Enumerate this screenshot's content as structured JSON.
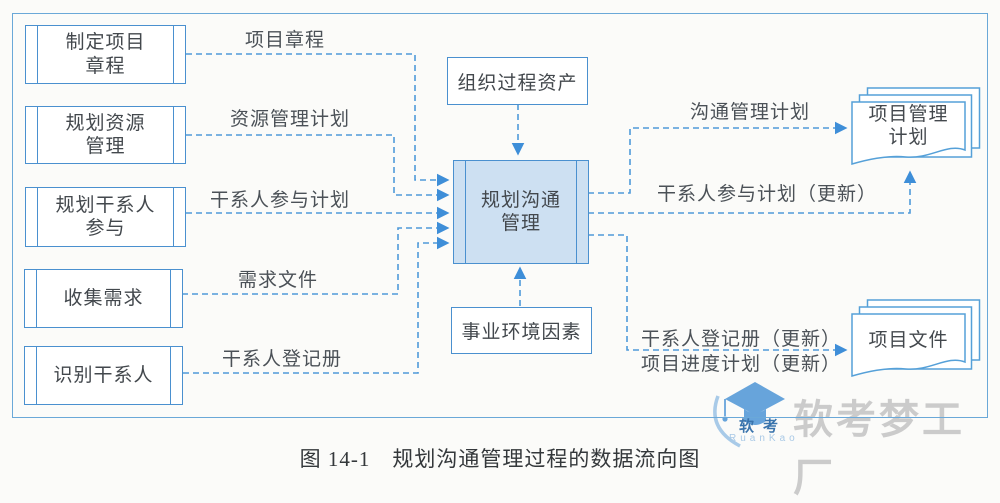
{
  "figure": {
    "caption": "图 14-1　规划沟通管理过程的数据流向图"
  },
  "processes": {
    "left": [
      {
        "label": "制定项目\n章程"
      },
      {
        "label": "规划资源\n管理"
      },
      {
        "label": "规划干系人\n参与"
      },
      {
        "label": "收集需求"
      },
      {
        "label": "识别干系人"
      }
    ],
    "center": {
      "label": "规划沟通\n管理"
    }
  },
  "context_boxes": {
    "opa": {
      "label": "组织过程资产"
    },
    "eef": {
      "label": "事业环境因素"
    }
  },
  "flow_labels": {
    "project_charter": "项目章程",
    "resource_mgmt_plan": "资源管理计划",
    "stakeholder_engagement_plan": "干系人参与计划",
    "requirements_doc": "需求文件",
    "stakeholder_register": "干系人登记册",
    "comm_mgmt_plan": "沟通管理计划",
    "stakeholder_engagement_plan_update": "干系人参与计划（更新）",
    "stakeholder_register_update": "干系人登记册（更新）",
    "project_schedule_update": "项目进度计划（更新）"
  },
  "documents": {
    "pm_plan": {
      "label": "项目管理\n计划"
    },
    "project_files": {
      "label": "项目文件"
    }
  },
  "watermark": {
    "brand_small_zh": "软考",
    "brand_en": "RuanKao",
    "brand_large": "软考梦工厂"
  },
  "colors": {
    "line_blue": "#4f9ad9",
    "box_border_blue": "#4a90cf",
    "center_fill_blue": "#cde0f2",
    "frame_blue": "#6aa8d8",
    "text_dark": "#43484d",
    "watermark_gray": "#cbcbcb",
    "brand_blue": "#4e95d6"
  }
}
